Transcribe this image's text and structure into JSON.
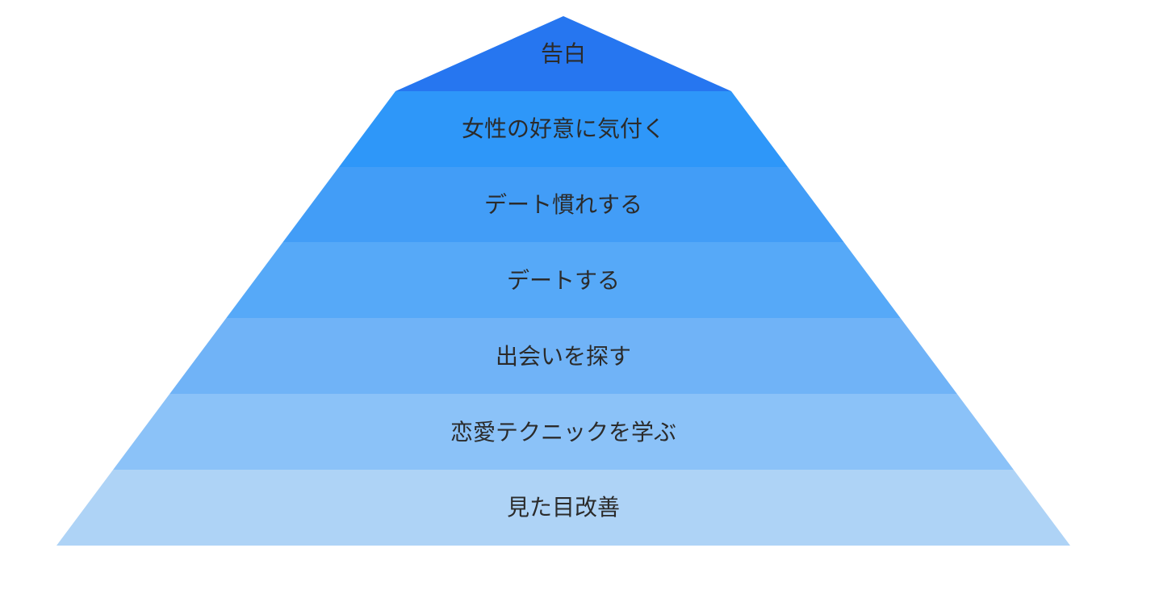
{
  "pyramid": {
    "levels": [
      {
        "label": "告白",
        "color": "#2676F0"
      },
      {
        "label": "女性の好意に気付く",
        "color": "#2E97F9"
      },
      {
        "label": "デート慣れする",
        "color": "#429DF7"
      },
      {
        "label": "デートする",
        "color": "#56A9F8"
      },
      {
        "label": "出会いを探す",
        "color": "#70B3F7"
      },
      {
        "label": "恋愛テクニックを学ぶ",
        "color": "#8BC2F8"
      },
      {
        "label": "見た目改善",
        "color": "#AED3F6"
      }
    ]
  }
}
